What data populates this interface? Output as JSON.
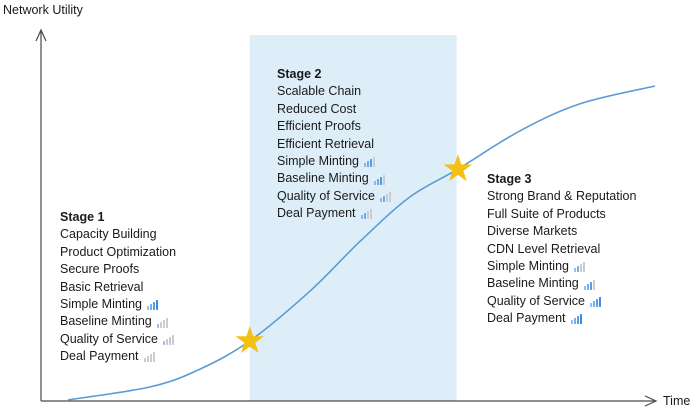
{
  "axes": {
    "y_label": "Network Utility",
    "x_label": "Time"
  },
  "colors": {
    "band": "#ddeef8",
    "curve": "#5b9bd5",
    "star": "#f2c114",
    "axis": "#4a4a4a",
    "text": "#1a1a1a",
    "bar_filled": "#3c8ce0",
    "bar_empty": "#cccccc"
  },
  "stages": [
    {
      "label": "Stage 1",
      "features": [
        "Capacity Building",
        "Product Optimization",
        "Secure Proofs",
        "Basic Retrieval"
      ],
      "metrics": [
        {
          "label": "Simple Minting",
          "level": 4,
          "max": 4
        },
        {
          "label": "Baseline Minting",
          "level": 1,
          "max": 4
        },
        {
          "label": "Quality of Service",
          "level": 1,
          "max": 4
        },
        {
          "label": "Deal Payment",
          "level": 0,
          "max": 4
        }
      ]
    },
    {
      "label": "Stage 2",
      "features": [
        "Scalable Chain",
        "Reduced Cost",
        "Efficient Proofs",
        "Efficient Retrieval"
      ],
      "metrics": [
        {
          "label": "Simple Minting",
          "level": 3,
          "max": 4
        },
        {
          "label": "Baseline Minting",
          "level": 3,
          "max": 4
        },
        {
          "label": "Quality of Service",
          "level": 2,
          "max": 4
        },
        {
          "label": "Deal Payment",
          "level": 2,
          "max": 4
        }
      ]
    },
    {
      "label": "Stage 3",
      "features": [
        "Strong Brand & Reputation",
        "Full Suite of Products",
        "Diverse Markets",
        "CDN Level Retrieval"
      ],
      "metrics": [
        {
          "label": "Simple Minting",
          "level": 2,
          "max": 4
        },
        {
          "label": "Baseline Minting",
          "level": 3,
          "max": 4
        },
        {
          "label": "Quality of Service",
          "level": 4,
          "max": 4
        },
        {
          "label": "Deal Payment",
          "level": 4,
          "max": 4
        }
      ]
    }
  ],
  "chart_data": {
    "type": "line",
    "title": "",
    "xlabel": "Time",
    "ylabel": "Network Utility",
    "x_range_normalized": [
      0,
      1
    ],
    "y_range_normalized": [
      0,
      1
    ],
    "grid": false,
    "legend": "none",
    "series": [
      {
        "name": "Network Utility",
        "shape": "s-curve",
        "x": [
          0.044,
          0.178,
          0.259,
          0.34,
          0.438,
          0.52,
          0.601,
          0.679,
          0.78,
          0.878,
          1.0
        ],
        "y": [
          0.003,
          0.038,
          0.086,
          0.162,
          0.296,
          0.431,
          0.55,
          0.625,
          0.728,
          0.801,
          0.849
        ]
      }
    ],
    "annotations": {
      "stars": [
        {
          "x": 0.34,
          "y": 0.162
        },
        {
          "x": 0.679,
          "y": 0.625
        }
      ],
      "highlight_band": {
        "x_start": 0.34,
        "x_end": 0.677
      }
    }
  }
}
